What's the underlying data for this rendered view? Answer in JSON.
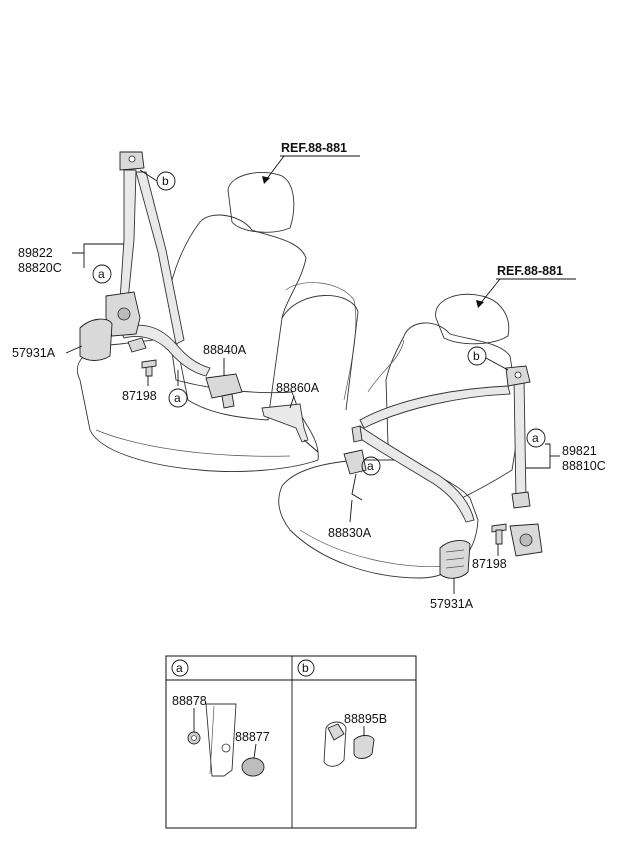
{
  "refs": {
    "ref_left": "REF.88-881",
    "ref_right": "REF.88-881"
  },
  "labels": {
    "p89822": "89822",
    "p88820c": "88820C",
    "p57931a_left": "57931A",
    "p87198_left": "87198",
    "p88840a": "88840A",
    "p88860a": "88860A",
    "p89821": "89821",
    "p88810c": "88810C",
    "p88830a": "88830A",
    "p87198_right": "87198",
    "p57931a_right": "57931A",
    "p88878": "88878",
    "p88877": "88877",
    "p88895b": "88895B"
  },
  "callouts": {
    "a": "a",
    "b": "b"
  },
  "legend": {
    "col_a": "a",
    "col_b": "b"
  }
}
